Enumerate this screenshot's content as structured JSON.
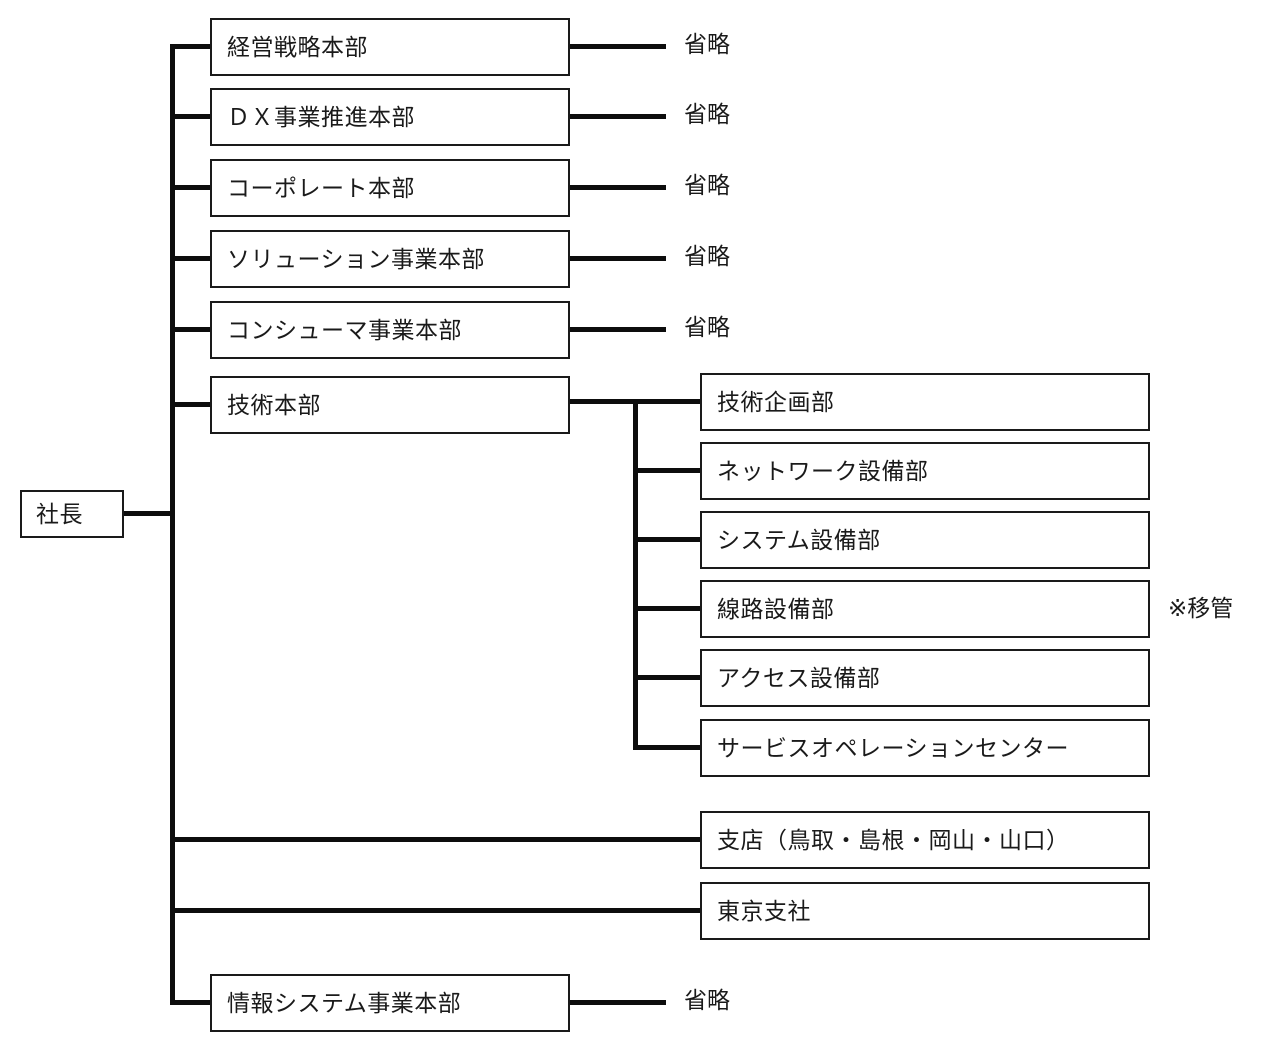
{
  "diagram": {
    "type": "organization-chart",
    "root": {
      "label": "社長"
    },
    "omitted_label": "省略",
    "transfer_note": "※移管",
    "divisions": [
      {
        "label": "経営戦略本部",
        "children_label": "省略"
      },
      {
        "label": "ＤＸ事業推進本部",
        "children_label": "省略"
      },
      {
        "label": "コーポレート本部",
        "children_label": "省略"
      },
      {
        "label": "ソリューション事業本部",
        "children_label": "省略"
      },
      {
        "label": "コンシューマ事業本部",
        "children_label": "省略"
      },
      {
        "label": "技術本部",
        "children_label": ""
      }
    ],
    "technology_departments": [
      {
        "label": "技術企画部"
      },
      {
        "label": "ネットワーク設備部"
      },
      {
        "label": "システム設備部"
      },
      {
        "label": "線路設備部"
      },
      {
        "label": "アクセス設備部"
      },
      {
        "label": "サービスオペレーションセンター"
      }
    ],
    "branches": [
      {
        "label": "支店（鳥取・島根・岡山・山口）"
      },
      {
        "label": "東京支社"
      }
    ],
    "bottom_division": {
      "label": "情報システム事業本部",
      "children_label": "省略"
    },
    "colors": {
      "line": "#0d0d0d",
      "border": "#1a1a1a",
      "text": "#1a1a1a",
      "background": "#ffffff"
    }
  }
}
